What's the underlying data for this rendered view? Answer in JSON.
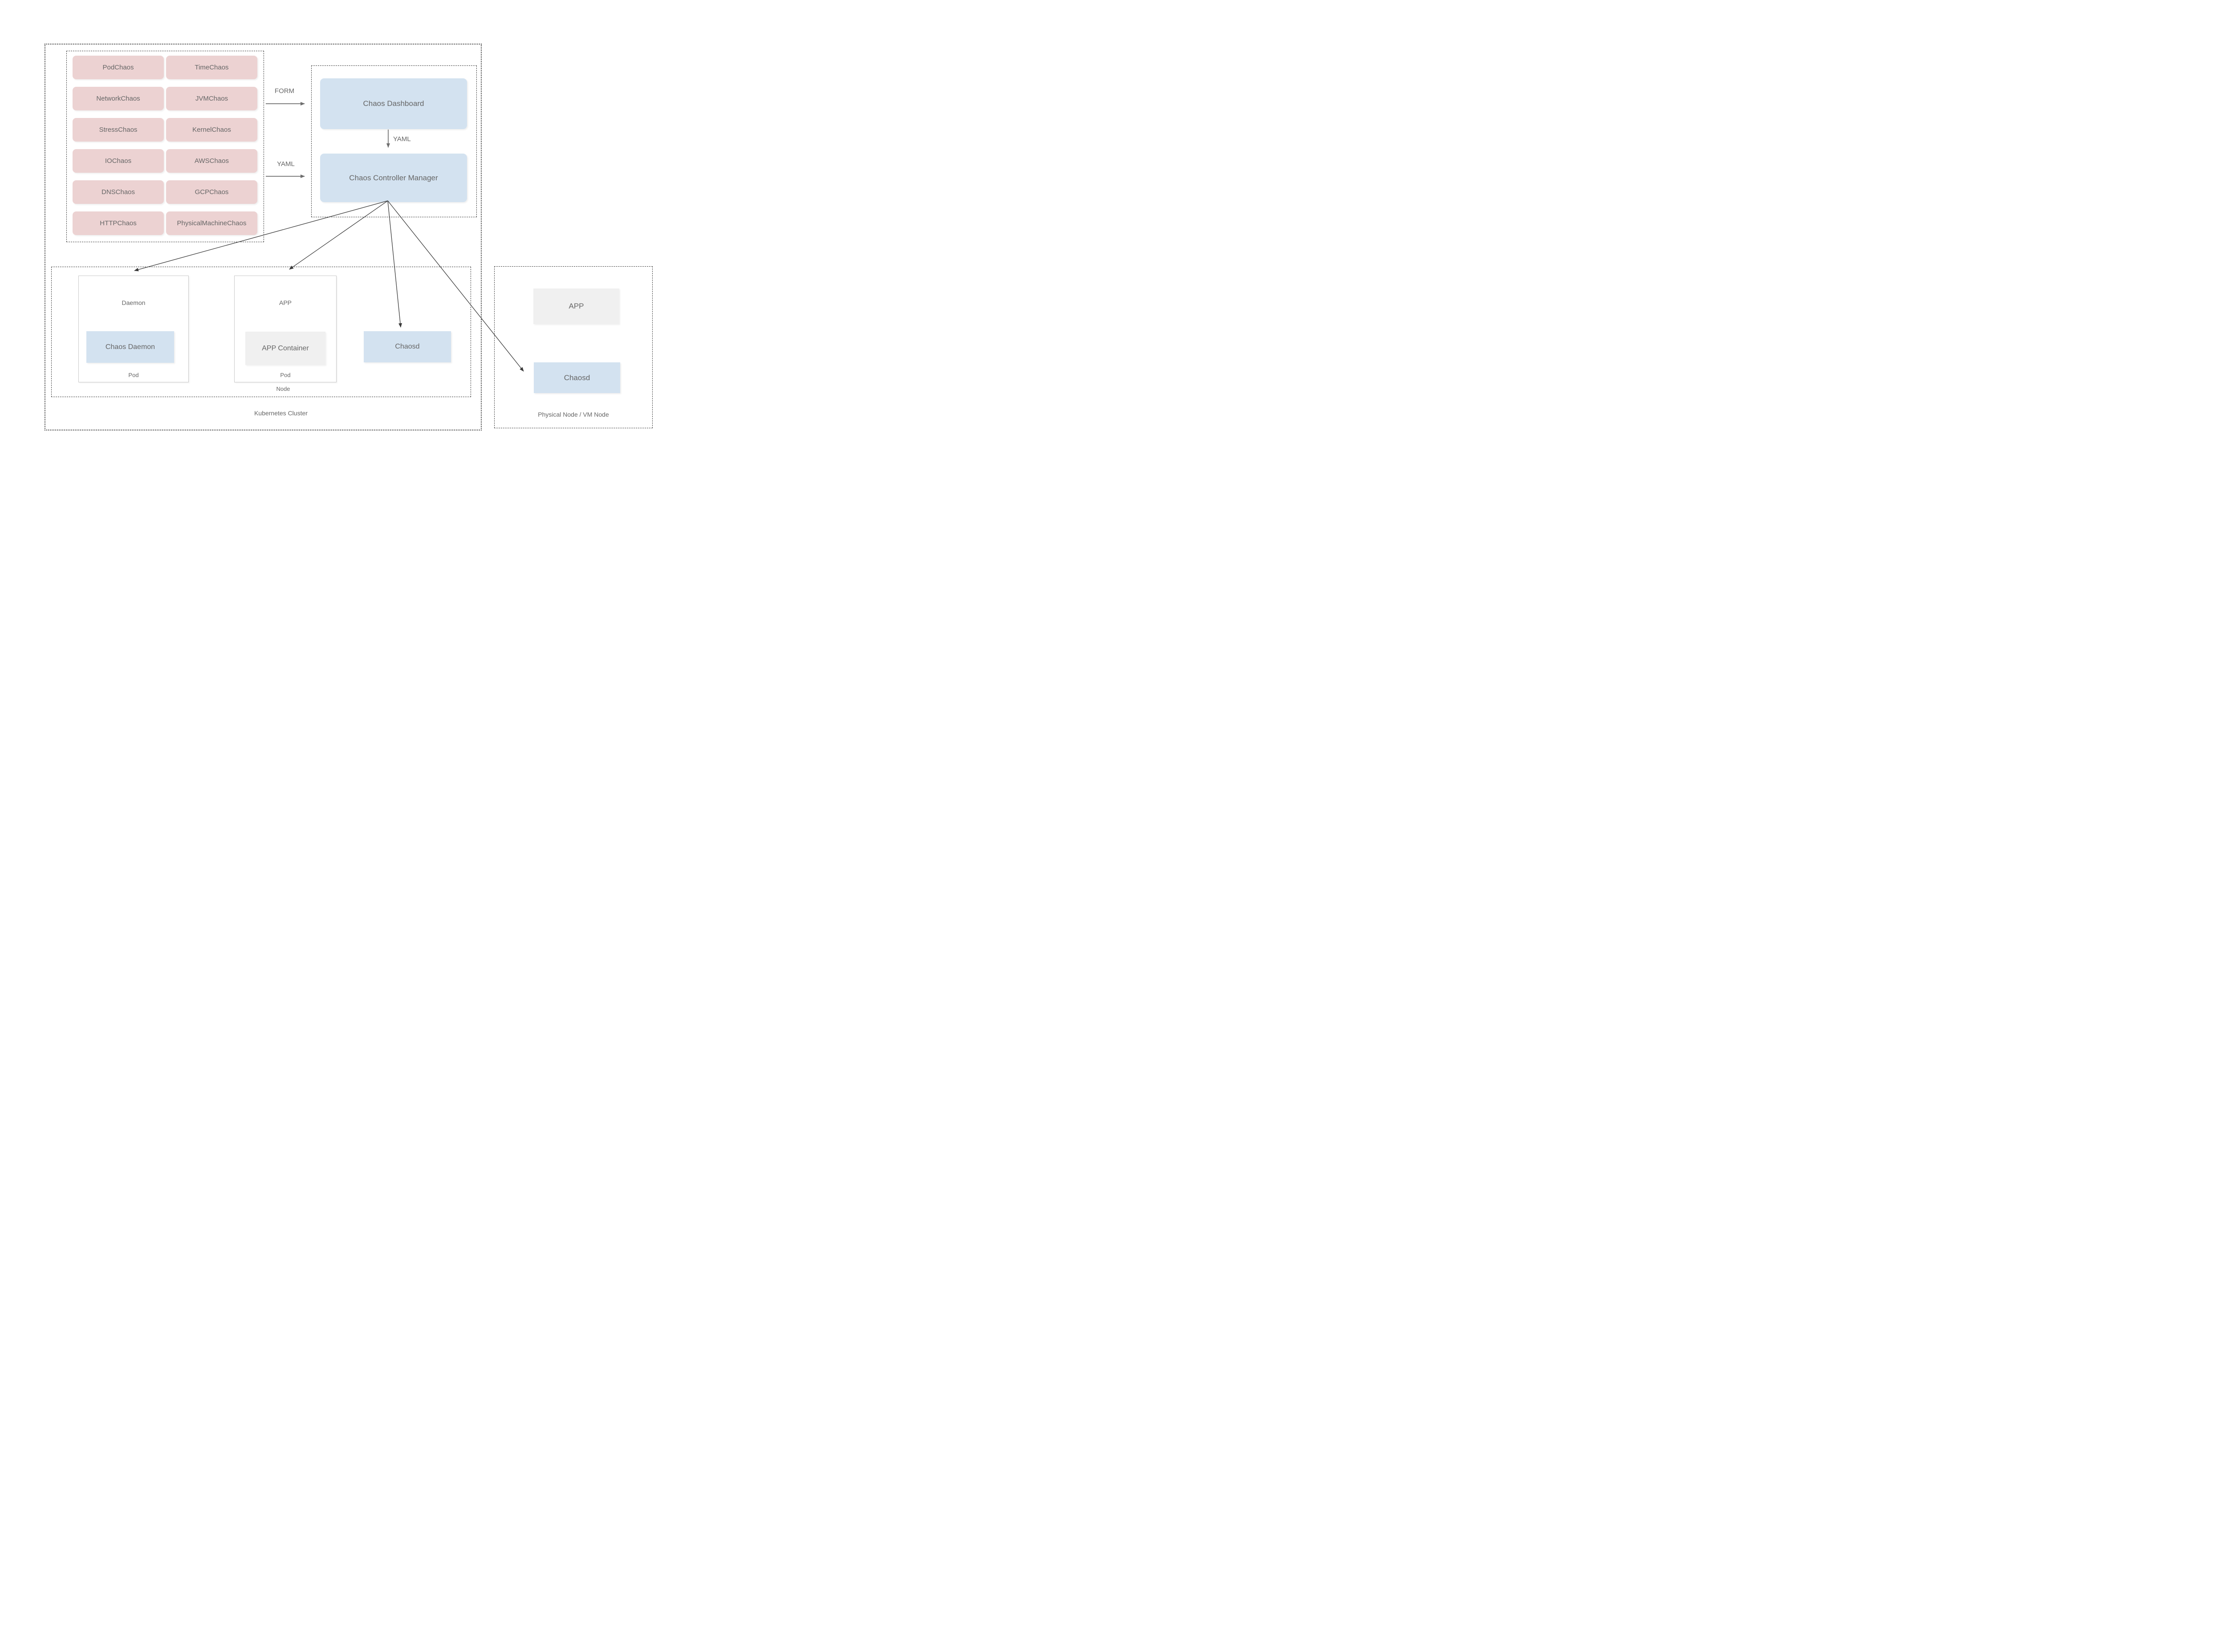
{
  "colors": {
    "pink": "#ecd2d2",
    "blue": "#d3e2f0",
    "gray": "#f0f0f0",
    "text": "#666666",
    "arrow-gray": "#6e6e6e",
    "arrow-dark": "#3a3a3a",
    "border-dark": "#3d3d3d",
    "border-light": "#c8c8c8"
  },
  "chaos_types": [
    "PodChaos",
    "TimeChaos",
    "NetworkChaos",
    "JVMChaos",
    "StressChaos",
    "KernelChaos",
    "IOChaos",
    "AWSChaos",
    "DNSChaos",
    "GCPChaos",
    "HTTPChaos",
    "PhysicalMachineChaos"
  ],
  "labels": {
    "form": "FORM",
    "yaml_direct": "YAML",
    "yaml_dashboard": "YAML"
  },
  "control_plane": {
    "dashboard": "Chaos Dashboard",
    "controller_manager": "Chaos Controller Manager"
  },
  "cluster": {
    "label": "Kubernetes Cluster",
    "node_label": "Node",
    "daemon_pod": {
      "title": "Daemon",
      "container": "Chaos Daemon",
      "pod_label": "Pod"
    },
    "app_pod": {
      "title": "APP",
      "container": "APP Container",
      "pod_label": "Pod"
    },
    "chaosd": "Chaosd"
  },
  "physical_node": {
    "label": "Physical Node / VM Node",
    "app": "APP",
    "chaosd": "Chaosd"
  }
}
